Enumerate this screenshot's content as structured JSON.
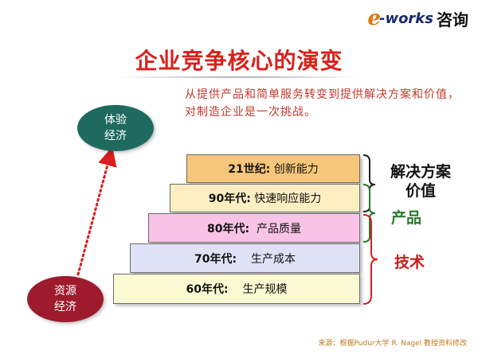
{
  "logo": {
    "e": "e",
    "works": "-works",
    "cn": "咨询"
  },
  "title": "企业竞争核心的演变",
  "note": "从提供产品和简单服务转变到提供解决方案和价值，对制造企业是一次挑战。",
  "ovals": {
    "top": {
      "line1": "体验",
      "line2": "经济"
    },
    "bottom": {
      "line1": "资源",
      "line2": "经济"
    }
  },
  "steps": [
    {
      "era": "21世纪:",
      "text": "创新能力",
      "color": "#f6c67a"
    },
    {
      "era": "90年代:",
      "text": "快速响应能力",
      "color": "#fdeec2"
    },
    {
      "era": "80年代:",
      "text": "产品质量",
      "color": "#f8c3e6"
    },
    {
      "era": "70年代:",
      "text": "生产成本",
      "color": "#dfe2f6"
    },
    {
      "era": "60年代:",
      "text": "生产规模",
      "color": "#fbfad2"
    }
  ],
  "labels": {
    "solution_line1": "解决方案",
    "solution_line2": "价值",
    "product": "产品",
    "tech": "技术"
  },
  "colors": {
    "title": "#d8211c",
    "note": "#c0392b",
    "oval_top": "#1f6a5e",
    "oval_bottom": "#9e1b2e",
    "arrow": "#d81e1e",
    "brace": "#d81e1e",
    "product_label": "#2a7a2a",
    "tech_label": "#cc1a1a"
  },
  "source": "来源：根据Pudur大学 R. Nagel 教授资料修改"
}
